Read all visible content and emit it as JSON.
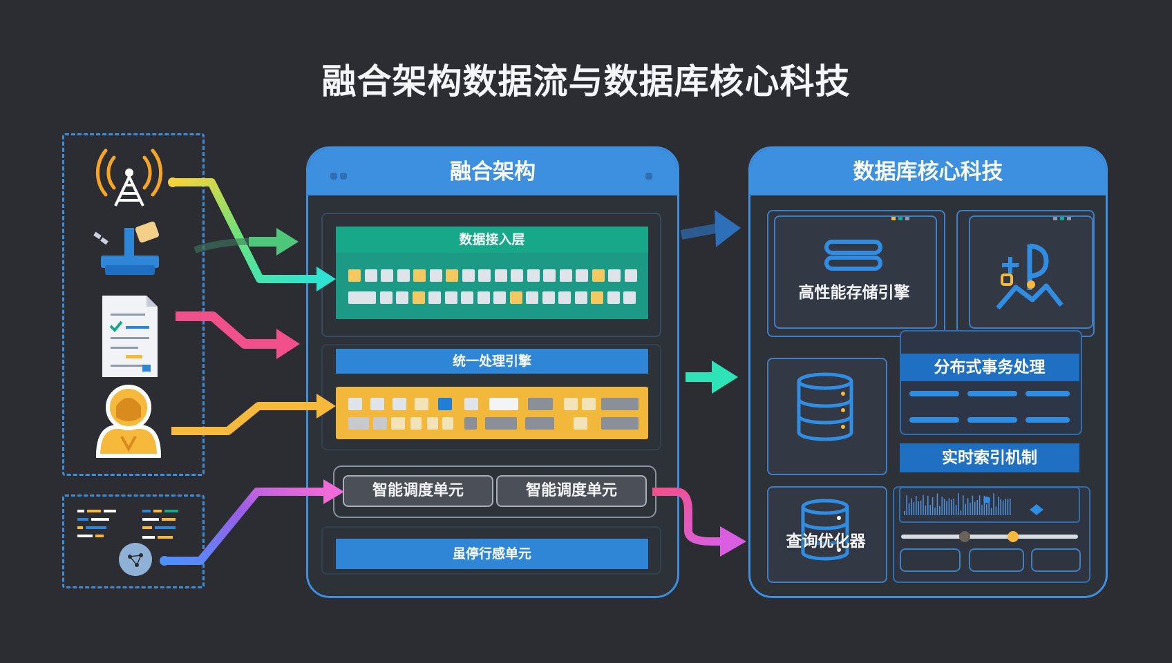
{
  "title": "融合架构数据流与数据库核心科技",
  "colors": {
    "background": "#2b2d33",
    "panel_blue": "#3d8fe0",
    "green_layer": "#17a88a",
    "yellow_layer": "#f2b83b",
    "arrow_pink": "#f2508a",
    "arrow_yellow": "#f6b93b",
    "arrow_purple": "#9b5de5",
    "arrow_teal": "#2fe3b8"
  },
  "sources": {
    "icons": [
      "antenna-icon",
      "iot-device-icon",
      "document-icon",
      "user-icon",
      "code-log-icon",
      "network-node-icon"
    ]
  },
  "fusion_panel": {
    "title": "融合架构",
    "ingest_layer": "数据接入层",
    "processing_engine": "统一处理引擎",
    "scheduler_units": [
      "智能调度单元",
      "智能调度单元"
    ],
    "execution_unit": "虽停行感单元"
  },
  "db_panel": {
    "title": "数据库核心科技",
    "storage_engine": "高性能存储引擎",
    "distributed_tx": "分布式事务处理",
    "realtime_index": "实时索引机制",
    "query_optimizer": "查询优化器"
  }
}
